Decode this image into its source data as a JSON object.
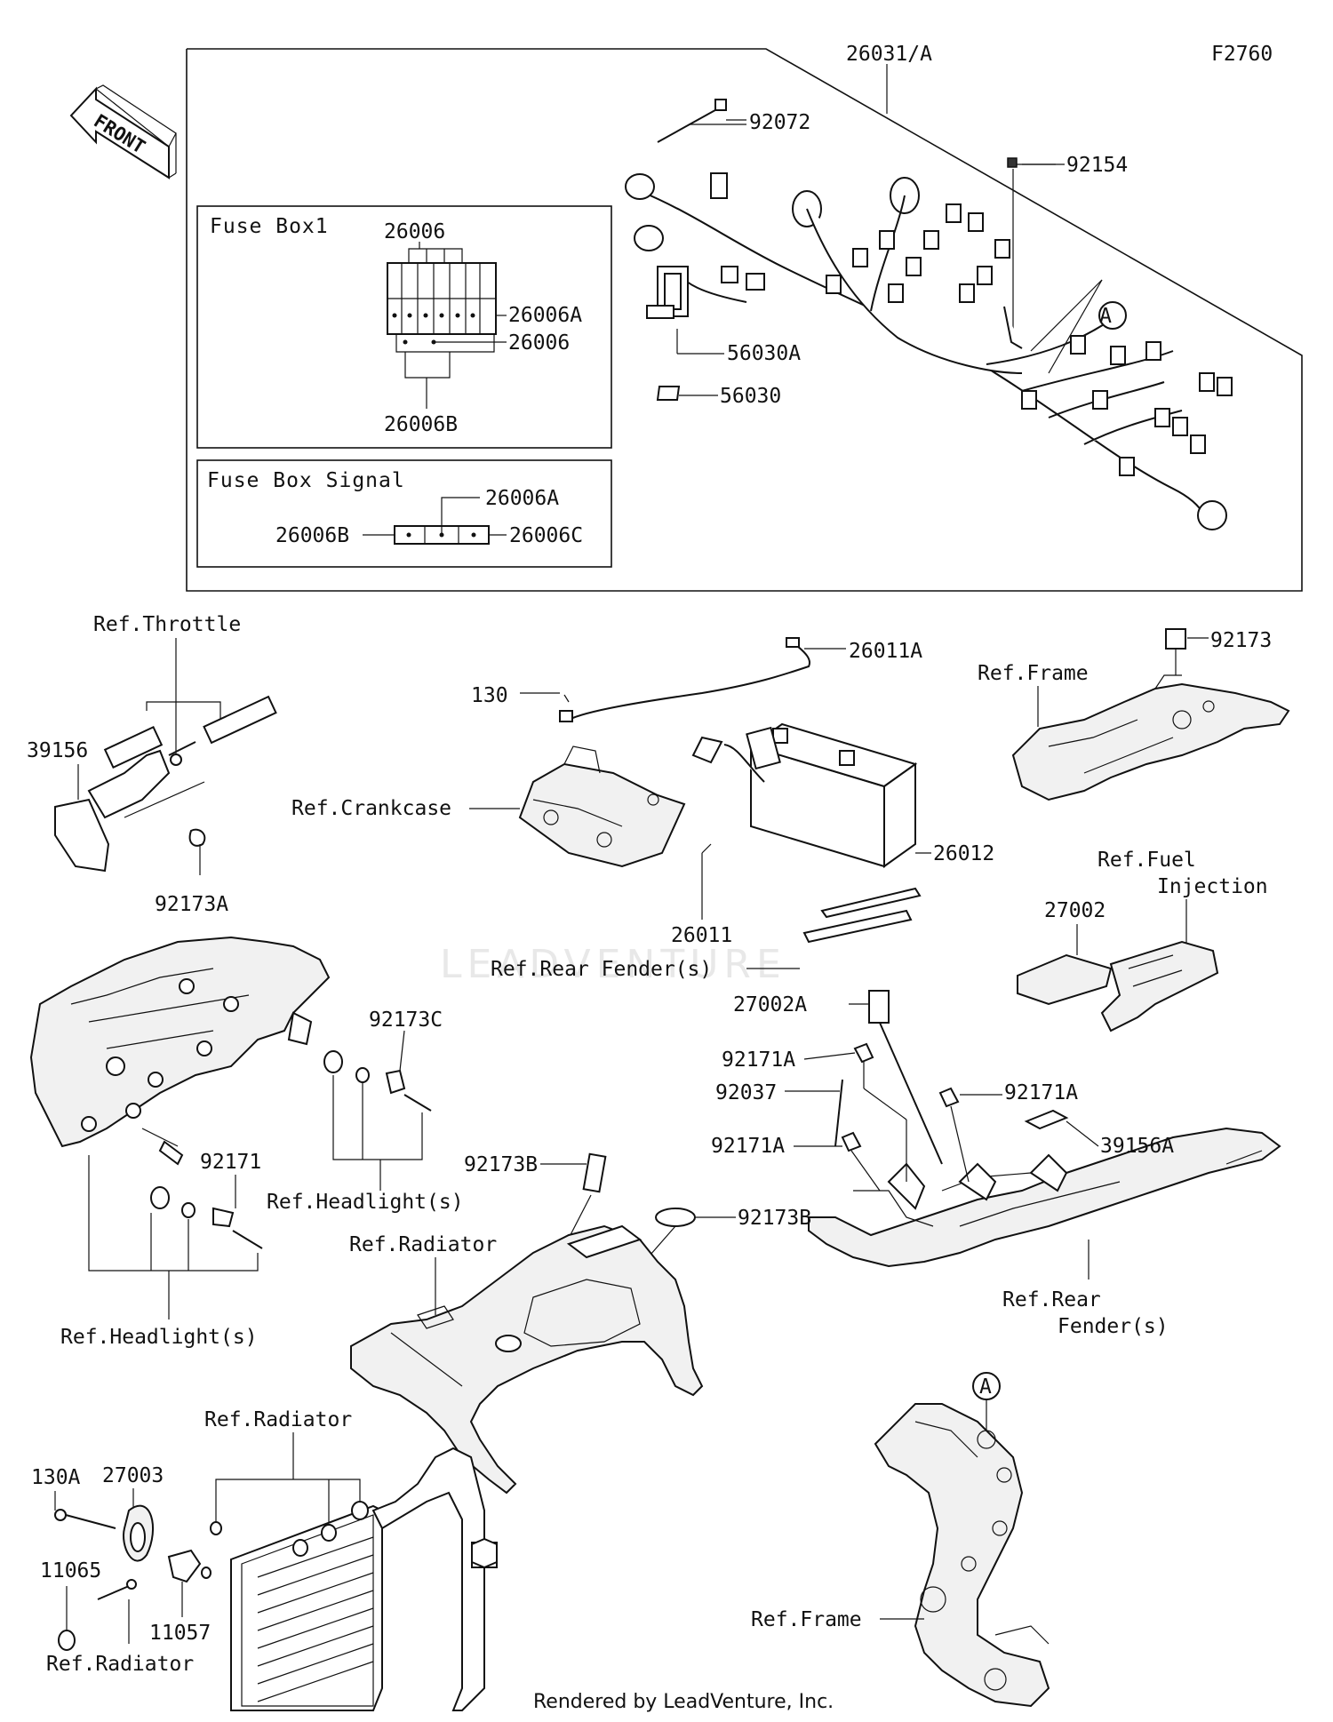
{
  "figure_code": "F2760",
  "front_label": "FRONT",
  "main_harness_label": "26031/A",
  "fuse_box1": {
    "title": "Fuse Box1",
    "labels": [
      "26006",
      "26006A",
      "26006",
      "26006B"
    ]
  },
  "fuse_box_signal": {
    "title": "Fuse Box Signal",
    "labels": [
      "26006A",
      "26006B",
      "26006C"
    ]
  },
  "harness_labels": [
    "92072",
    "92154",
    "56030A",
    "56030"
  ],
  "callout_a": "A",
  "throttle": {
    "ref": "Ref.Throttle",
    "labels": [
      "39156",
      "92173A"
    ]
  },
  "battery_area": {
    "labels": [
      "26011A",
      "130",
      "26011",
      "26012"
    ],
    "ref_crankcase": "Ref.Crankcase",
    "ref_rear_fender": "Ref.Rear Fender(s)"
  },
  "frame_area": {
    "label_92173": "92173",
    "ref_frame": "Ref.Frame"
  },
  "fuel_injection": {
    "ref_line1": "Ref.Fuel",
    "ref_line2": "Injection",
    "label": "27002"
  },
  "headlight": {
    "labels": [
      "92173C",
      "92171"
    ],
    "ref_upper": "Ref.Headlight(s)",
    "ref_lower": "Ref.Headlight(s)"
  },
  "rear_fender": {
    "labels": [
      "27002A",
      "92171A",
      "92037",
      "92171A",
      "92171A",
      "39156A"
    ],
    "ref_line1": "Ref.Rear",
    "ref_line2": "Fender(s)"
  },
  "radiator_cover": {
    "labels": [
      "92173B",
      "92173B"
    ],
    "ref": "Ref.Radiator"
  },
  "horn_area": {
    "labels": [
      "130A",
      "27003",
      "11065",
      "11057"
    ],
    "ref_radiator_upper": "Ref.Radiator",
    "ref_radiator_lower": "Ref.Radiator"
  },
  "frame_lower": {
    "callout": "A",
    "ref_frame": "Ref.Frame"
  },
  "watermark": "LEADVENTURE",
  "footer": "Rendered by LeadVenture, Inc."
}
